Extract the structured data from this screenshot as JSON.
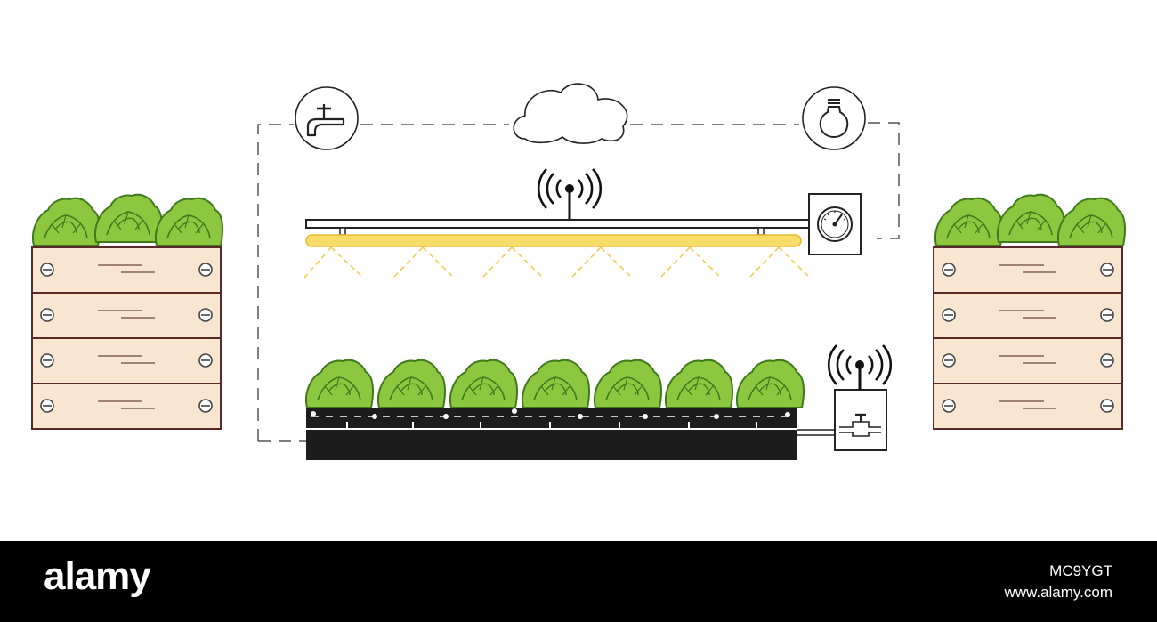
{
  "diagram": {
    "colors": {
      "crate_fill": "#f9e6d0",
      "crate_stroke": "#5a2a2a",
      "lettuce_fill": "#8dc63f",
      "lettuce_stroke": "#3f7a1c",
      "lamp_fill": "#f8dc6a",
      "light_rays": "#f2c94c",
      "outline": "#222222",
      "tray": "#1d1d1d"
    },
    "icons": [
      "water-tap-icon",
      "cloud-icon",
      "light-bulb-icon",
      "wireless-signal-icon",
      "pressure-gauge-icon",
      "valve-icon",
      "lettuce-icon",
      "screw-icon"
    ]
  },
  "watermark": {
    "brand": "alamy",
    "image_id": "MC9YGT",
    "site": "www.alamy.com"
  }
}
